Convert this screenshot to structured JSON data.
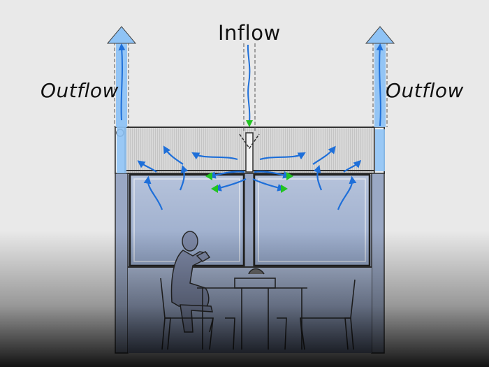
{
  "labels": {
    "inflow": "Inflow",
    "outflow_left": "Outflow",
    "outflow_right": "Outflow"
  },
  "colors": {
    "background": "#e9e9e9",
    "airflow_arrow": "#1e6fd9",
    "exhaust_arrow": "#8fc3f5",
    "inlet_marker": "#22c422",
    "panel_glass": "#c9d3e4",
    "frame": "#333333"
  },
  "icons": {
    "outflow_left": "arrow-up-icon",
    "outflow_right": "arrow-up-icon",
    "inflow": "arrow-down-icon",
    "person": "seated-person-silhouette",
    "table": "dining-table",
    "chairs": "chair"
  }
}
